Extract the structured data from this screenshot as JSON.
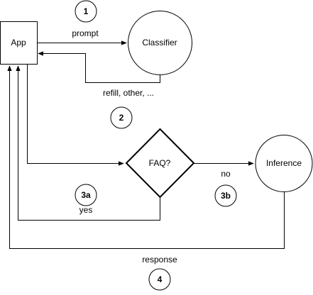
{
  "nodes": {
    "app": "App",
    "classifier": "Classifier",
    "faq": "FAQ?",
    "inference": "Inference"
  },
  "edges": {
    "prompt": "prompt",
    "refill": "refill, other, ...",
    "no": "no",
    "yes": "yes",
    "response": "response"
  },
  "steps": {
    "s1": "1",
    "s2": "2",
    "s3a": "3a",
    "s3b": "3b",
    "s4": "4"
  },
  "colors": {
    "stroke": "#000000",
    "background": "#ffffff"
  }
}
